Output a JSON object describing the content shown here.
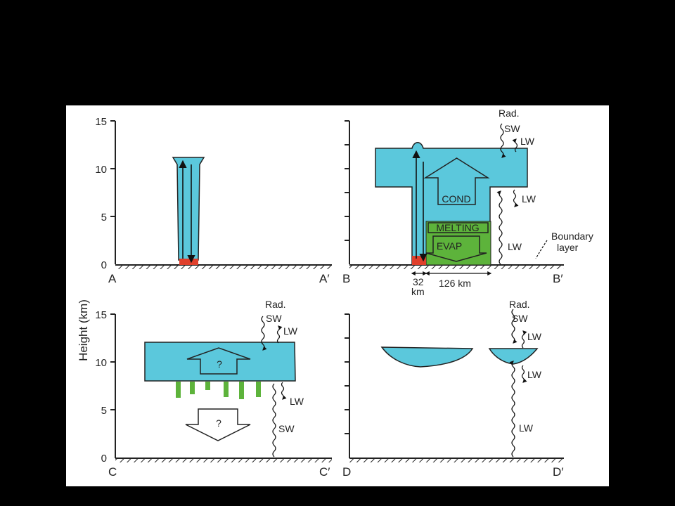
{
  "figure": {
    "y_axis_label": "Height (km)",
    "y_ticks": [
      "15",
      "10",
      "5",
      "0"
    ],
    "colors": {
      "cloud": "#5bc8dc",
      "stratiform_precip": "#5db33b",
      "convective_base": "#e0402c",
      "background": "#000000",
      "panel": "#ffffff"
    },
    "panels": [
      {
        "id": "A",
        "left_label": "A",
        "right_label": "A′",
        "description_labels": []
      },
      {
        "id": "B",
        "left_label": "B",
        "right_label": "B′",
        "labels": {
          "rad": "Rad.",
          "sw": "SW",
          "lw_top": "LW",
          "lw_mid": "LW",
          "lw_low": "LW",
          "cond": "COND",
          "melting": "MELTING",
          "evap": "EVAP",
          "boundary": "Boundary",
          "layer": "layer",
          "width_conv_num": "32",
          "width_conv_unit": "km",
          "width_strat": "126 km"
        }
      },
      {
        "id": "C",
        "left_label": "C",
        "right_label": "C′",
        "labels": {
          "rad": "Rad.",
          "sw": "SW",
          "lw_top": "LW",
          "lw_mid": "LW",
          "sw_low": "SW",
          "q_up": "?",
          "q_down": "?"
        }
      },
      {
        "id": "D",
        "left_label": "D",
        "right_label": "D′",
        "labels": {
          "rad": "Rad.",
          "sw": "SW",
          "lw_top": "LW",
          "lw_mid": "LW",
          "lw_low": "LW"
        }
      }
    ]
  }
}
